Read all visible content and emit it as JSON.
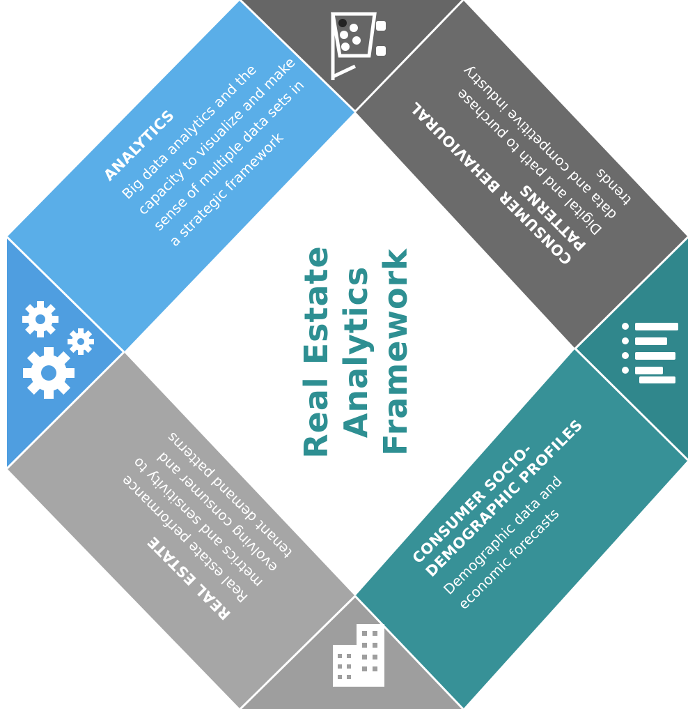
{
  "center": {
    "lines": [
      "Real Estate",
      "Analytics",
      "Framework"
    ],
    "color": "#2e8f92"
  },
  "segments": [
    {
      "key": "analytics",
      "title_lines": [
        "ANALYTICS"
      ],
      "body_lines": [
        "Big data analytics and the",
        "capacity to visualize and make",
        "sense of multiple data sets in",
        "a strategic framework"
      ],
      "band_color": "#5aaee8",
      "corner_color": "#4f9ee0",
      "icon": "gears-icon"
    },
    {
      "key": "consumer-behavioural",
      "title_lines": [
        "CONSUMER BEHAVIOURAL",
        "PATTERNS"
      ],
      "body_lines": [
        "Digital and path to purchase",
        "data and competitive industry",
        "trends"
      ],
      "band_color": "#6b6b6b",
      "corner_color": "#666666",
      "icon": "shopping-cart-icon"
    },
    {
      "key": "socio-demographic",
      "title_lines": [
        "CONSUMER SOCIO-",
        "DEMOGRAPHIC PROFILES"
      ],
      "body_lines": [
        "Demographic data and",
        "economic forecasts"
      ],
      "band_color": "#379197",
      "corner_color": "#30878c",
      "icon": "people-chart-icon"
    },
    {
      "key": "real-estate",
      "title_lines": [
        "REAL ESTATE"
      ],
      "body_lines": [
        "Real estate performance",
        "metrics and sensitivity to",
        "evolving consumer and",
        "tenant demand patterns"
      ],
      "band_color": "#a6a6a6",
      "corner_color": "#9e9e9e",
      "icon": "buildings-icon"
    }
  ]
}
